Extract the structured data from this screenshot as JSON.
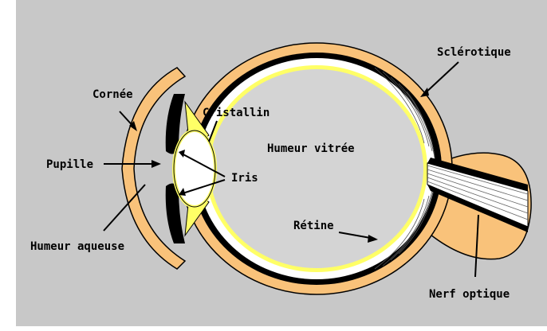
{
  "labels": {
    "sclerotique": "Sclérotique",
    "cornee": "Cornée",
    "cristallin": "Cristallin",
    "humeur_vitree": "Humeur vitrée",
    "pupille": "Pupille",
    "iris": "Iris",
    "retine": "Rétine",
    "humeur_aqueuse": "Humeur aqueuse",
    "nerf_optique": "Nerf optique"
  },
  "colors": {
    "background": "#c8c8c8",
    "sclera": "#f9c27a",
    "choroid": "#000000",
    "retina": "#ffff66",
    "vitreous": "#d4d4d4",
    "lens": "#ffffff",
    "nerve_fibers": "#ffffff"
  }
}
